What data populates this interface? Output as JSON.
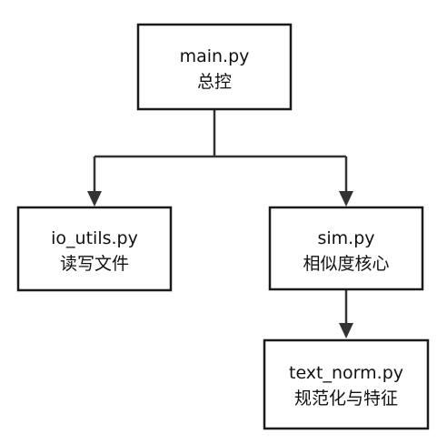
{
  "diagram": {
    "nodes": {
      "main": {
        "title": "main.py",
        "subtitle": "总控"
      },
      "io_utils": {
        "title": "io_utils.py",
        "subtitle": "读写文件"
      },
      "sim": {
        "title": "sim.py",
        "subtitle": "相似度核心"
      },
      "text_norm": {
        "title": "text_norm.py",
        "subtitle": "规范化与特征"
      }
    },
    "edges": [
      {
        "from": "main",
        "to": "io_utils"
      },
      {
        "from": "main",
        "to": "sim"
      },
      {
        "from": "sim",
        "to": "text_norm"
      }
    ]
  }
}
